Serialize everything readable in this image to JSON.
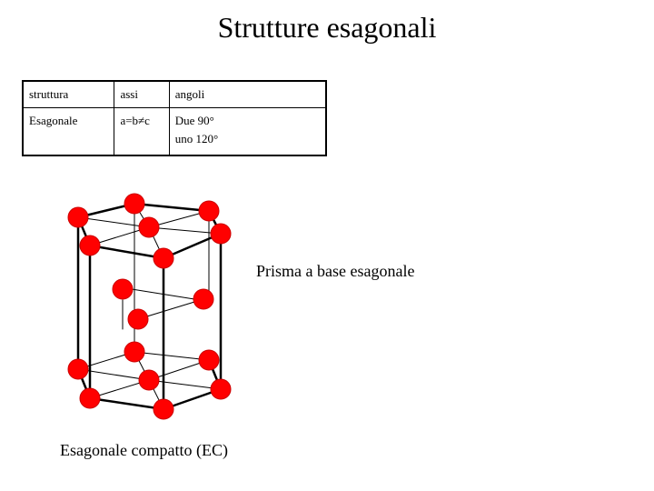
{
  "slide": {
    "title": "Strutture esagonali"
  },
  "table": {
    "headers": [
      "struttura",
      "assi",
      "angoli"
    ],
    "row": {
      "struttura": "Esagonale",
      "assi": "a=b≠c",
      "angoli": [
        "Due 90°",
        "uno 120°"
      ]
    }
  },
  "diagram": {
    "prism_label": "Prisma a base esagonale",
    "structure_label": "Esagonale compatto (EC)",
    "atom_color": "#ff0000",
    "atom_outline_color": "#cc0000",
    "edge_color": "#000000"
  }
}
